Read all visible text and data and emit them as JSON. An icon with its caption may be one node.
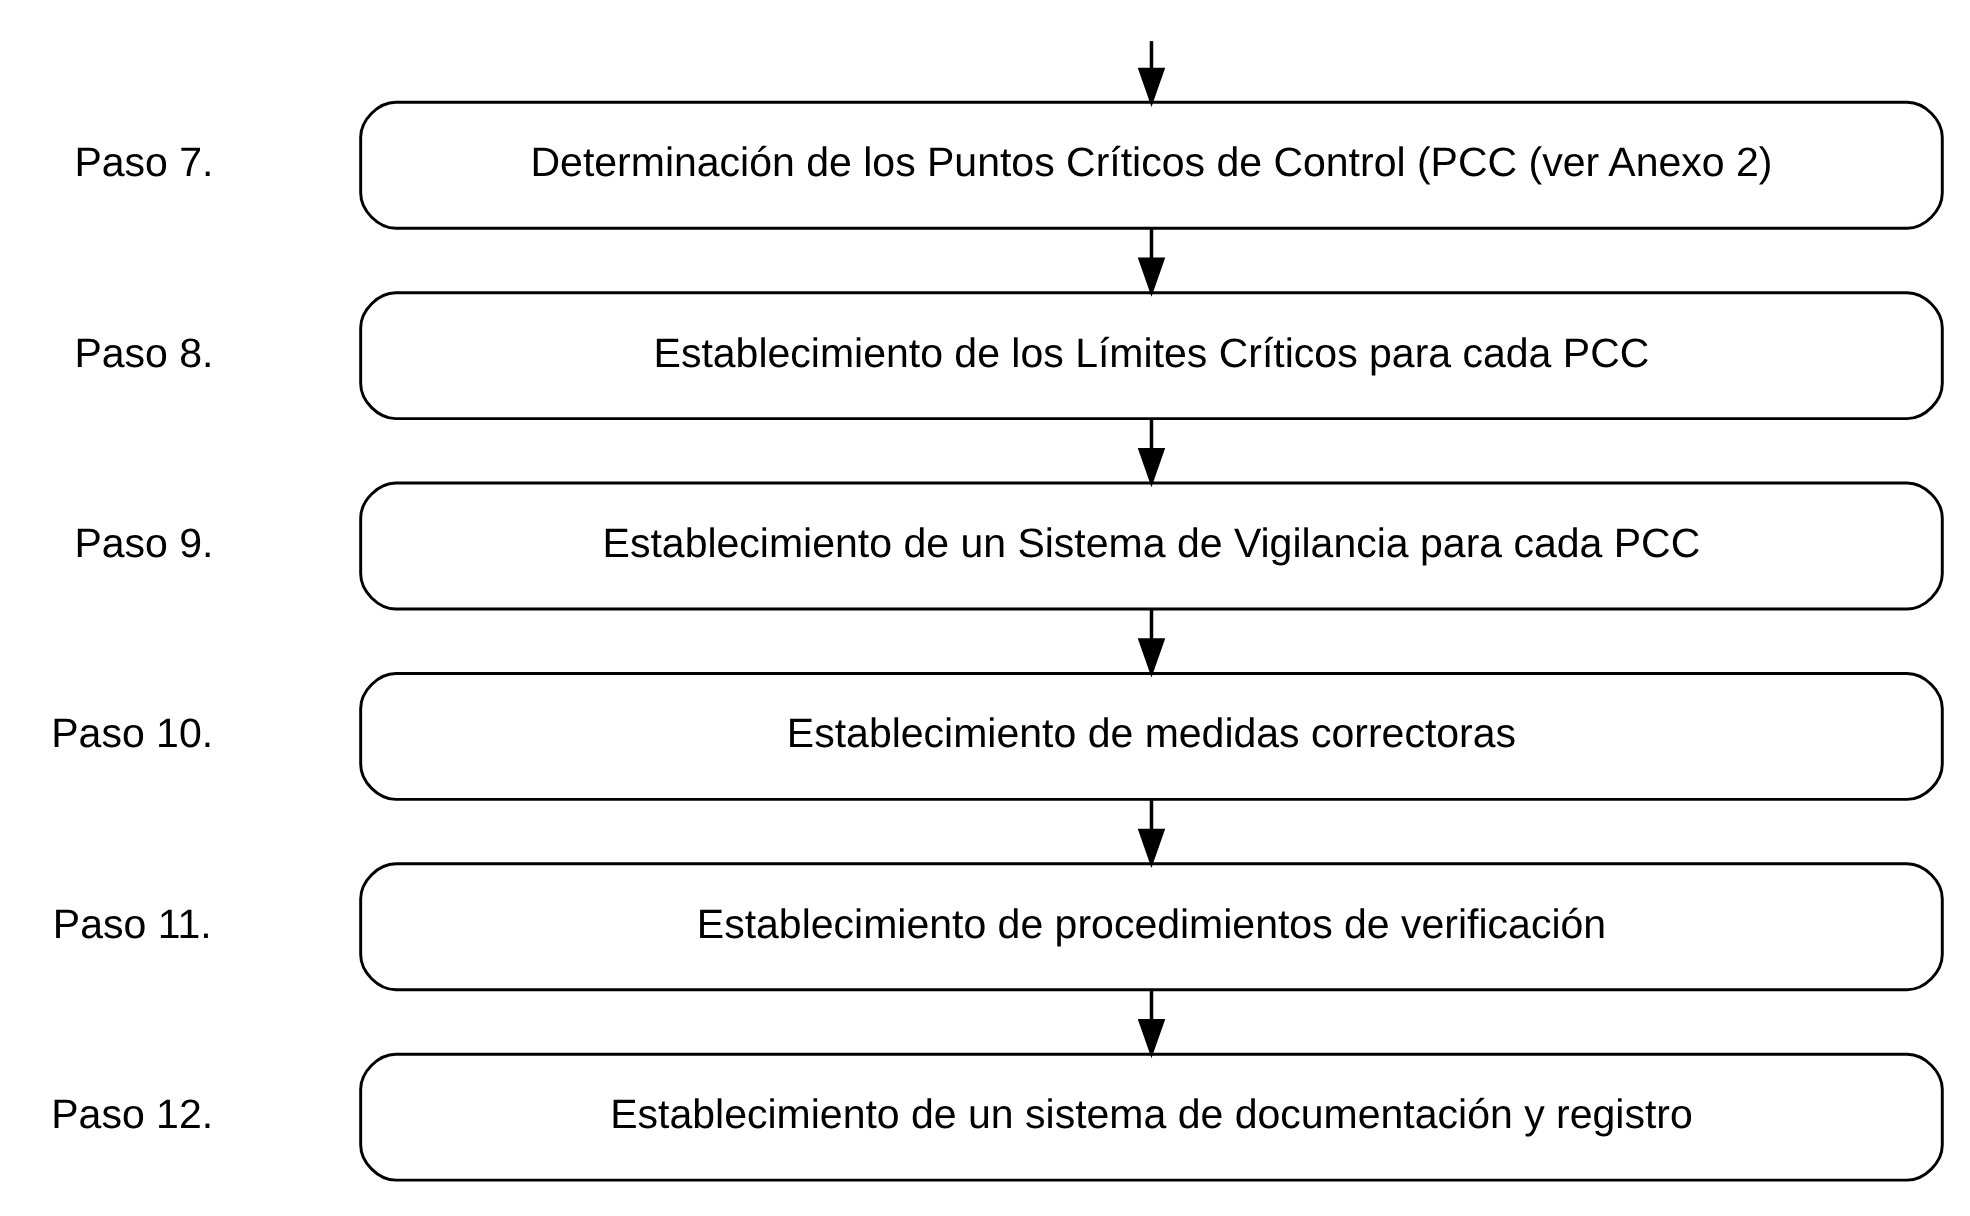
{
  "diagram": {
    "nodes": [
      {
        "text": [
          "Determinación de los Puntos Críticos de Control (PCC (ver Anexo 2)"
        ],
        "beside": [
          "Paso 7."
        ]
      },
      {
        "text": [
          "Establecimiento de los Límites Críticos para cada PCC"
        ],
        "beside": [
          "Paso 8."
        ]
      },
      {
        "text": [
          "Establecimiento de un Sistema de Vigilancia para cada PCC"
        ],
        "beside": [
          "Paso 9."
        ]
      },
      {
        "text": [
          "Establecimiento de medidas correctoras"
        ],
        "beside": [
          "Paso 10."
        ]
      },
      {
        "text": [
          "Establecimiento de procedimientos de verificación"
        ],
        "beside": [
          "Paso 11."
        ]
      },
      {
        "text": [
          "Establecimiento de un sistema de documentación y registro"
        ],
        "beside": [
          "Paso 12."
        ]
      }
    ],
    "edges": [
      {
        "from": null,
        "to": 0,
        "arrow": "to"
      },
      {
        "from": 0,
        "to": 1,
        "arrow": "to"
      },
      {
        "from": 1,
        "to": 2,
        "arrow": "to"
      },
      {
        "from": 2,
        "to": 3,
        "arrow": "to"
      },
      {
        "from": 3,
        "to": 4,
        "arrow": "to"
      },
      {
        "from": 4,
        "to": 5,
        "arrow": "to"
      }
    ]
  }
}
